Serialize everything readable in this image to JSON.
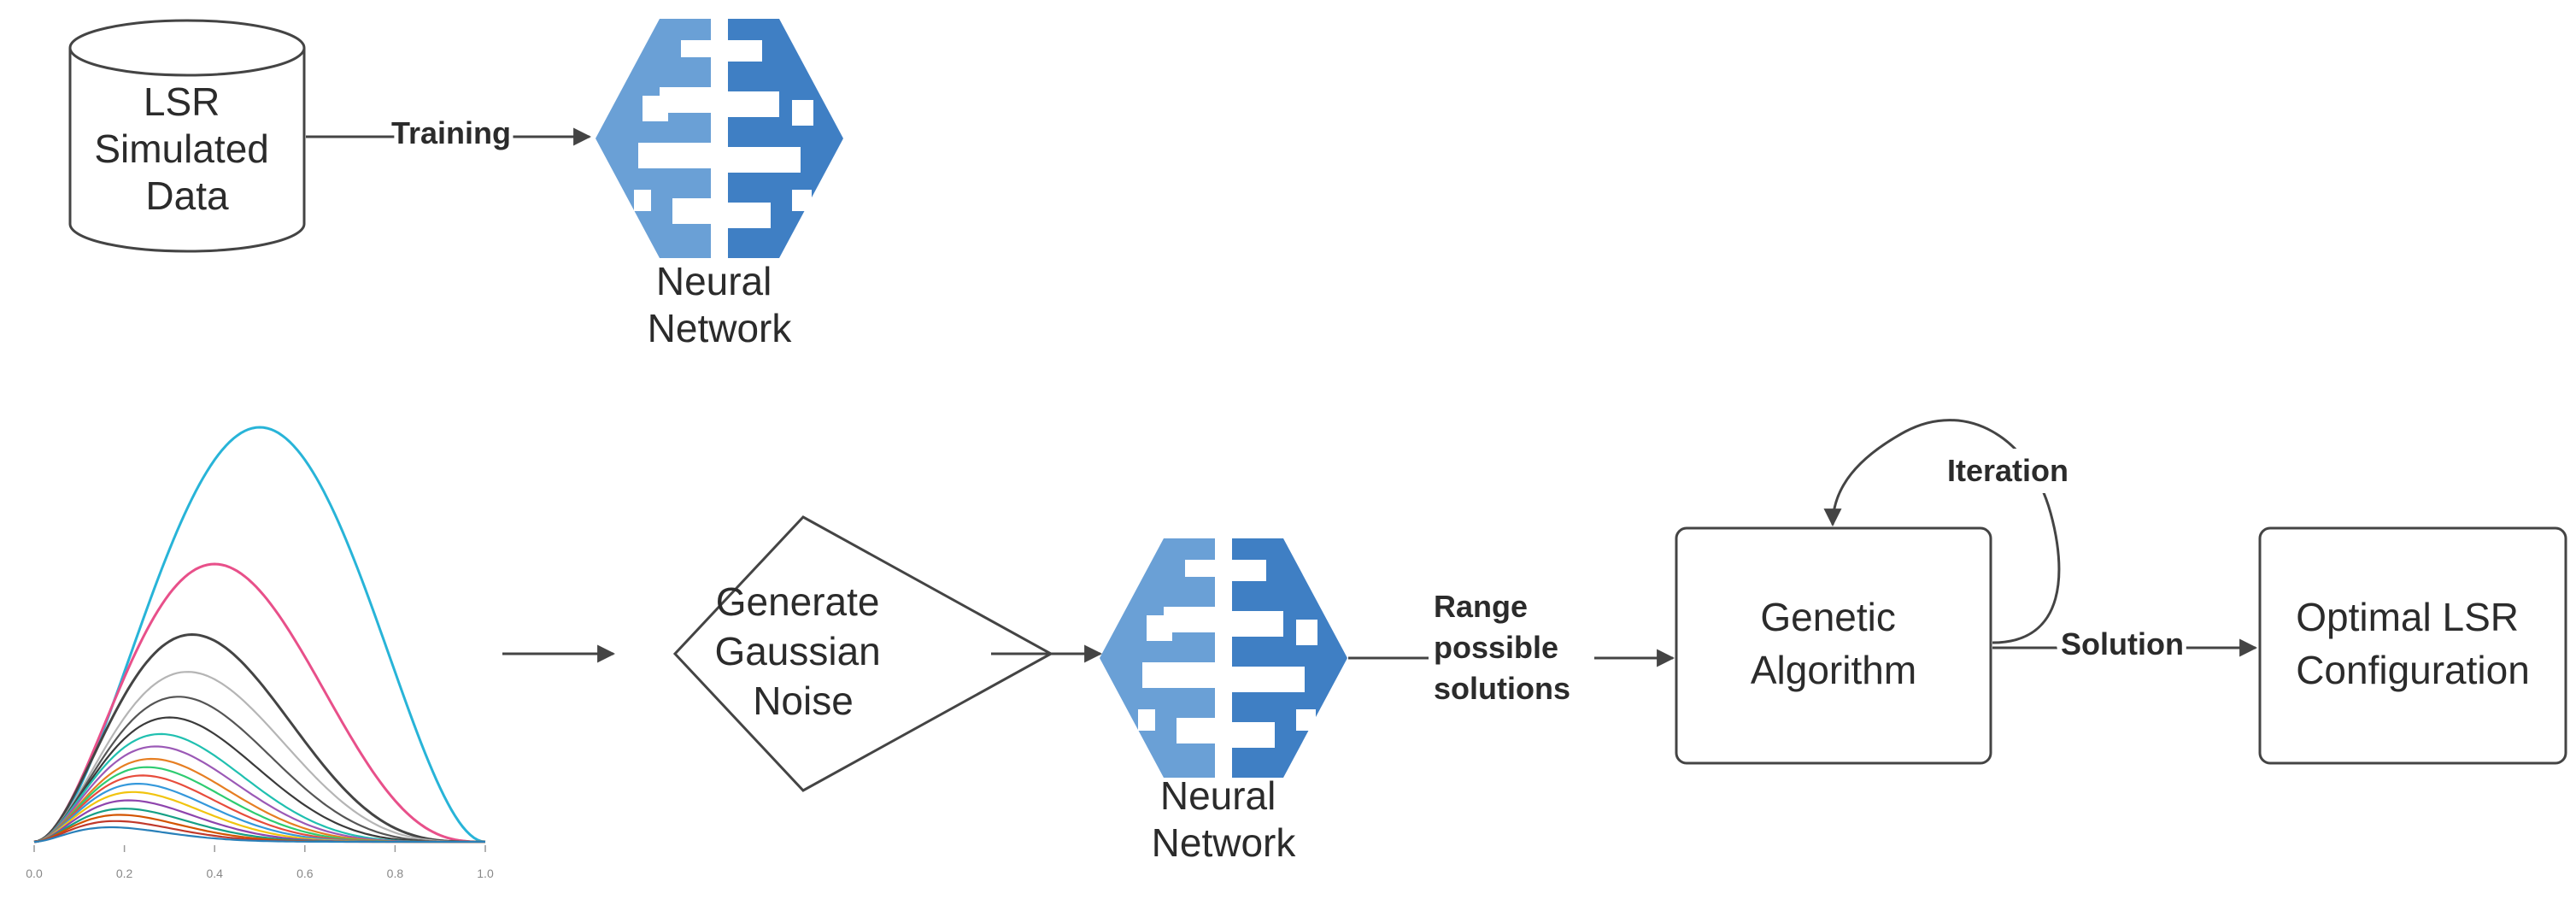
{
  "colors": {
    "stroke": "#444444",
    "brain_light": "#6aa0d6",
    "brain_dark": "#3f7fc4",
    "text": "#2b2b2b"
  },
  "nodes": {
    "database": {
      "lines": [
        "LSR",
        "Simulated",
        "Data"
      ],
      "icon": "database-cylinder-icon"
    },
    "nn_top": {
      "lines": [
        "Neural",
        "Network"
      ],
      "icon": "brain-icon"
    },
    "noise": {
      "lines": [
        "Generate",
        "Gaussian",
        "Noise"
      ]
    },
    "nn_bottom": {
      "lines": [
        "Neural",
        "Network"
      ],
      "icon": "brain-icon"
    },
    "ga": {
      "lines": [
        "Genetic",
        "Algorithm"
      ]
    },
    "optimal": {
      "lines": [
        "Optimal LSR",
        "Configuration"
      ]
    }
  },
  "edges": {
    "training": "Training",
    "range": [
      "Range",
      "possible",
      "solutions"
    ],
    "iteration": "Iteration",
    "solution": "Solution"
  },
  "chart_data": {
    "type": "line",
    "title": "",
    "xlabel": "",
    "ylabel": "",
    "xlim": [
      0,
      1
    ],
    "x_tick_labels": [
      "0.0",
      "0.2",
      "0.4",
      "0.6",
      "0.8",
      "1.0"
    ],
    "series": [
      {
        "peak_x": 0.5,
        "peak_y": 1.0,
        "color": "#28b4d8"
      },
      {
        "peak_x": 0.4,
        "peak_y": 0.67,
        "color": "#e8508a"
      },
      {
        "peak_x": 0.35,
        "peak_y": 0.5,
        "color": "#444444"
      },
      {
        "peak_x": 0.34,
        "peak_y": 0.41,
        "color": "#b5b5b5"
      },
      {
        "peak_x": 0.32,
        "peak_y": 0.35,
        "color": "#555555"
      },
      {
        "peak_x": 0.3,
        "peak_y": 0.3,
        "color": "#3a3a3a"
      },
      {
        "peak_x": 0.28,
        "peak_y": 0.26,
        "color": "#20c0b0"
      },
      {
        "peak_x": 0.27,
        "peak_y": 0.23,
        "color": "#9b59b6"
      },
      {
        "peak_x": 0.26,
        "peak_y": 0.2,
        "color": "#e67e22"
      },
      {
        "peak_x": 0.25,
        "peak_y": 0.18,
        "color": "#2ecc71"
      },
      {
        "peak_x": 0.24,
        "peak_y": 0.16,
        "color": "#e74c3c"
      },
      {
        "peak_x": 0.23,
        "peak_y": 0.14,
        "color": "#3498db"
      },
      {
        "peak_x": 0.22,
        "peak_y": 0.12,
        "color": "#f1c40f"
      },
      {
        "peak_x": 0.21,
        "peak_y": 0.1,
        "color": "#8e44ad"
      },
      {
        "peak_x": 0.2,
        "peak_y": 0.08,
        "color": "#16a085"
      },
      {
        "peak_x": 0.19,
        "peak_y": 0.065,
        "color": "#d35400"
      },
      {
        "peak_x": 0.18,
        "peak_y": 0.05,
        "color": "#c0392b"
      },
      {
        "peak_x": 0.17,
        "peak_y": 0.035,
        "color": "#2980b9"
      }
    ]
  }
}
